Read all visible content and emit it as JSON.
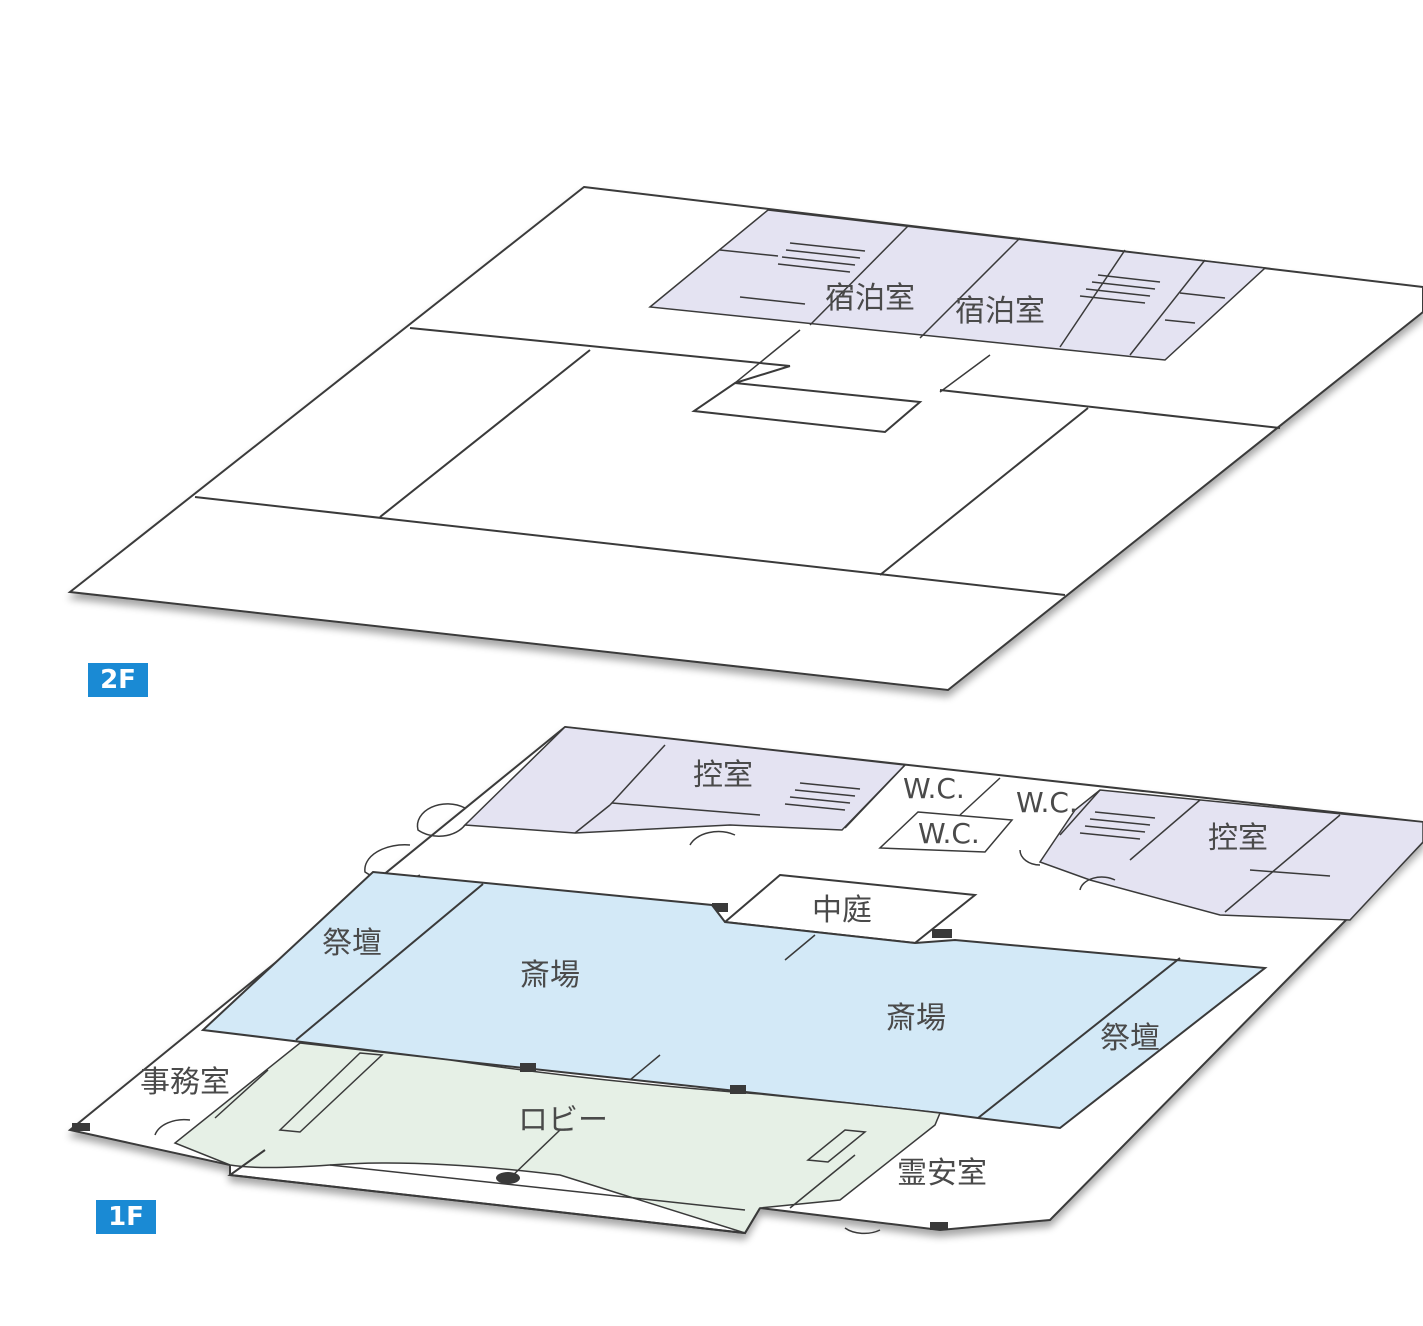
{
  "floors": {
    "upper": {
      "badge": "2F"
    },
    "lower": {
      "badge": "1F"
    }
  },
  "rooms_2f": {
    "lodging_1": "宿泊室",
    "lodging_2": "宿泊室"
  },
  "rooms_1f": {
    "waiting_1": "控室",
    "waiting_2": "控室",
    "wc_1": "W.C.",
    "wc_2": "W.C.",
    "wc_3": "W.C.",
    "courtyard": "中庭",
    "altar_1": "祭壇",
    "altar_2": "祭壇",
    "hall_1": "斎場",
    "hall_2": "斎場",
    "office": "事務室",
    "lobby": "ロビー",
    "mortuary": "霊安室"
  },
  "colors": {
    "private_zone": "#e4e3f2",
    "hall_zone": "#d3e9f7",
    "lobby_zone": "#e6f0e6",
    "badge": "#1a8ad4"
  }
}
